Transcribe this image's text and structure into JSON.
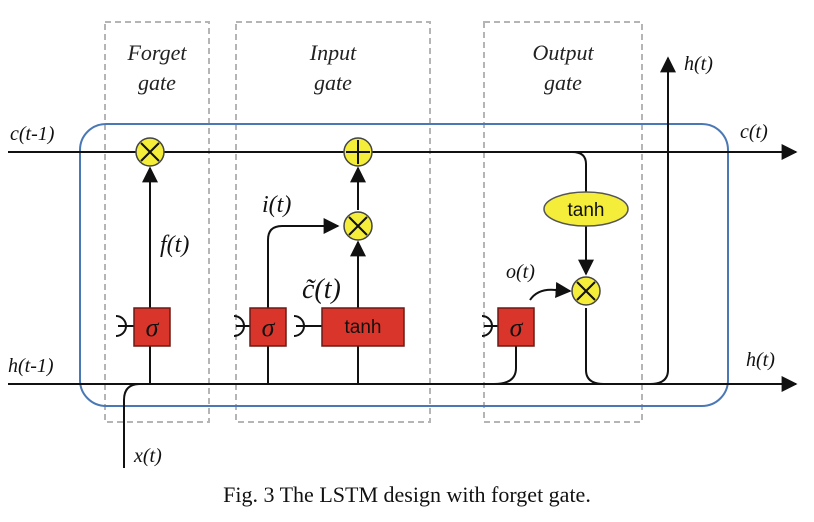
{
  "gates": {
    "forget": {
      "line1": "Forget",
      "line2": "gate"
    },
    "input": {
      "line1": "Input",
      "line2": "gate"
    },
    "output": {
      "line1": "Output",
      "line2": "gate"
    }
  },
  "signals": {
    "c_prev": "c(t-1)",
    "c_out": "c(t)",
    "h_prev": "h(t-1)",
    "h_out_right": "h(t)",
    "h_out_top": "h(t)",
    "x_in": "x(t)",
    "forget_gate_out": "f(t)",
    "input_gate_out": "i(t)",
    "candidate": "c̃(t)",
    "output_gate_out": "o(t)"
  },
  "blocks": {
    "sigma_symbol": "σ",
    "tanh_label": "tanh",
    "tanh_ellipse_label": "tanh"
  },
  "caption": "Fig. 3  The LSTM design with forget gate.",
  "colors": {
    "sigma_block": "#d9352b",
    "tanh_ellipse": "#f4ee3a",
    "multiply_node": "#f4ee3a",
    "cell_border": "#4a78b5",
    "gate_border": "#b5b5b5"
  }
}
